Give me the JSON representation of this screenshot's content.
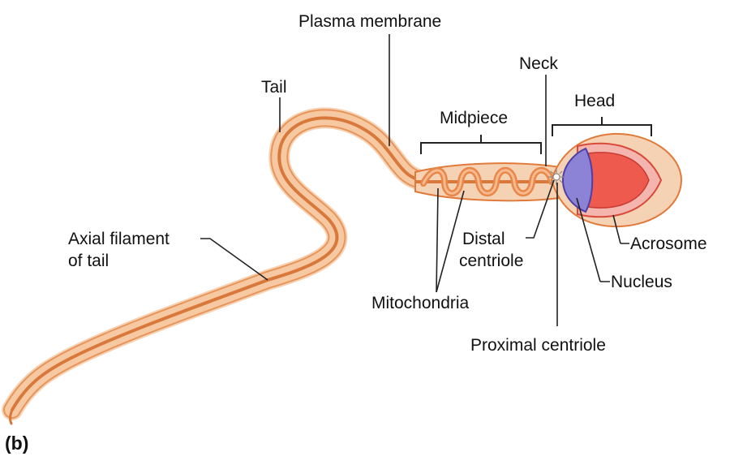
{
  "panel_label": "(b)",
  "labels": {
    "plasma_membrane": "Plasma membrane",
    "neck": "Neck",
    "tail": "Tail",
    "midpiece": "Midpiece",
    "head": "Head",
    "axial_filament_line1": "Axial filament",
    "axial_filament_line2": "of tail",
    "distal_centriole_line1": "Distal",
    "distal_centriole_line2": "centriole",
    "acrosome": "Acrosome",
    "nucleus": "Nucleus",
    "mitochondria": "Mitochondria",
    "proximal_centriole": "Proximal centriole"
  },
  "colors": {
    "cell_fill": "#f6d2b4",
    "cell_outline": "#e07a3a",
    "tail_core": "#f0a066",
    "filament": "#c85a1e",
    "acrosome_fill": "#ef5a4f",
    "acrosome_cap": "#f3b5ad",
    "nucleus_fill": "#8c82d6",
    "nucleus_outline": "#4d3fa6"
  }
}
